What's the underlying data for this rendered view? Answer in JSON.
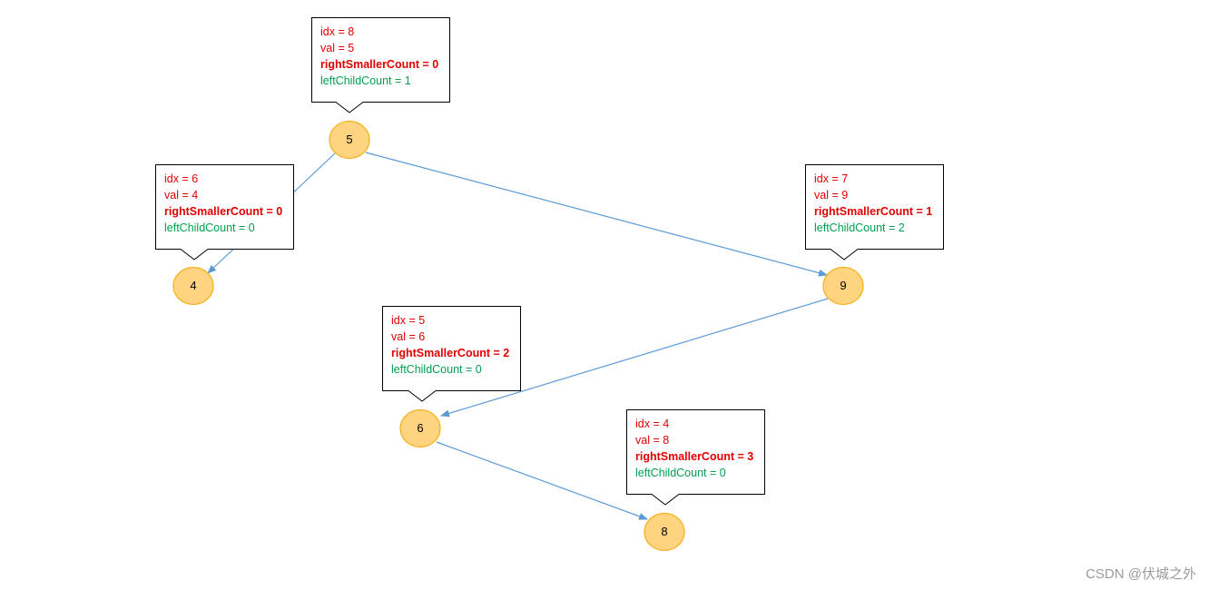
{
  "nodes": [
    {
      "id": "n5",
      "label": "5"
    },
    {
      "id": "n4",
      "label": "4"
    },
    {
      "id": "n9",
      "label": "9"
    },
    {
      "id": "n6",
      "label": "6"
    },
    {
      "id": "n8",
      "label": "8"
    }
  ],
  "edges": [
    {
      "from": "n5",
      "to": "n4"
    },
    {
      "from": "n5",
      "to": "n9"
    },
    {
      "from": "n9",
      "to": "n6"
    },
    {
      "from": "n6",
      "to": "n8"
    }
  ],
  "callouts": [
    {
      "node": "n5",
      "idx": "idx = 8",
      "val": "val = 5",
      "right_smaller": "rightSmallerCount = 0",
      "left_child": "leftChildCount = 1"
    },
    {
      "node": "n4",
      "idx": "idx = 6",
      "val": "val = 4",
      "right_smaller": "rightSmallerCount = 0",
      "left_child": "leftChildCount = 0"
    },
    {
      "node": "n9",
      "idx": "idx = 7",
      "val": "val = 9",
      "right_smaller": "rightSmallerCount = 1",
      "left_child": "leftChildCount = 2"
    },
    {
      "node": "n6",
      "idx": "idx = 5",
      "val": "val = 6",
      "right_smaller": "rightSmallerCount = 2",
      "left_child": "leftChildCount = 0"
    },
    {
      "node": "n8",
      "idx": "idx = 4",
      "val": "val = 8",
      "right_smaller": "rightSmallerCount = 3",
      "left_child": "leftChildCount = 0"
    }
  ],
  "colors": {
    "node_fill": "#ffd480",
    "node_stroke": "#f5b21e",
    "edge": "#5b9bd5",
    "idx_val_text": "#e00000",
    "right_smaller_text": "#e00000",
    "left_child_text": "#00a050",
    "callout_border": "#000000"
  },
  "watermark": "CSDN @伏城之外"
}
